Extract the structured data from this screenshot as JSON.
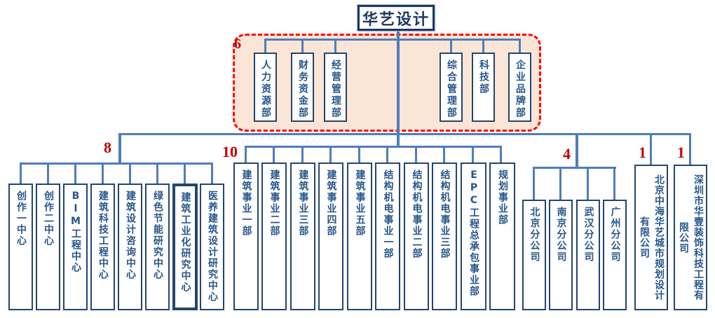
{
  "root": {
    "label": "华艺设计"
  },
  "hq": {
    "count": "6",
    "items": [
      "人力资源部",
      "财务资金部",
      "经营管理部",
      "综合管理部",
      "科技部",
      "企业品牌部"
    ]
  },
  "groups": [
    {
      "count": "8",
      "items": [
        "创作一中心",
        "创作二中心",
        "BIM工程中心",
        "建筑科技工程中心",
        "建筑设计咨询中心",
        "绿色节能研究中心",
        "建筑工业化研究中心",
        "医养建筑设计研究中心"
      ]
    },
    {
      "count": "10",
      "items": [
        "建筑事业一部",
        "建筑事业二部",
        "建筑事业三部",
        "建筑事业四部",
        "建筑事业五部",
        "结构机电事业一部",
        "结构机电事业二部",
        "结构机电事业三部",
        "EPC工程总承包事业部",
        "规划事业部"
      ]
    },
    {
      "count": "4",
      "items": [
        "北京分公司",
        "南京分公司",
        "武汉分公司",
        "广州分公司"
      ]
    },
    {
      "count": "1",
      "items": [
        "北京中海华艺城市规划设计有限公司"
      ]
    },
    {
      "count": "1",
      "items": [
        "深圳市华壹装饰科技工程有限公司"
      ]
    }
  ],
  "colors": {
    "connector_line": "#4E7EBC",
    "box_border": "#24466E",
    "box_text": "#27568B",
    "title_text": "#1F3864",
    "count_number": "#C00000",
    "dashed_border": "#FF0000",
    "dashed_fill": "#FBE5D6"
  }
}
